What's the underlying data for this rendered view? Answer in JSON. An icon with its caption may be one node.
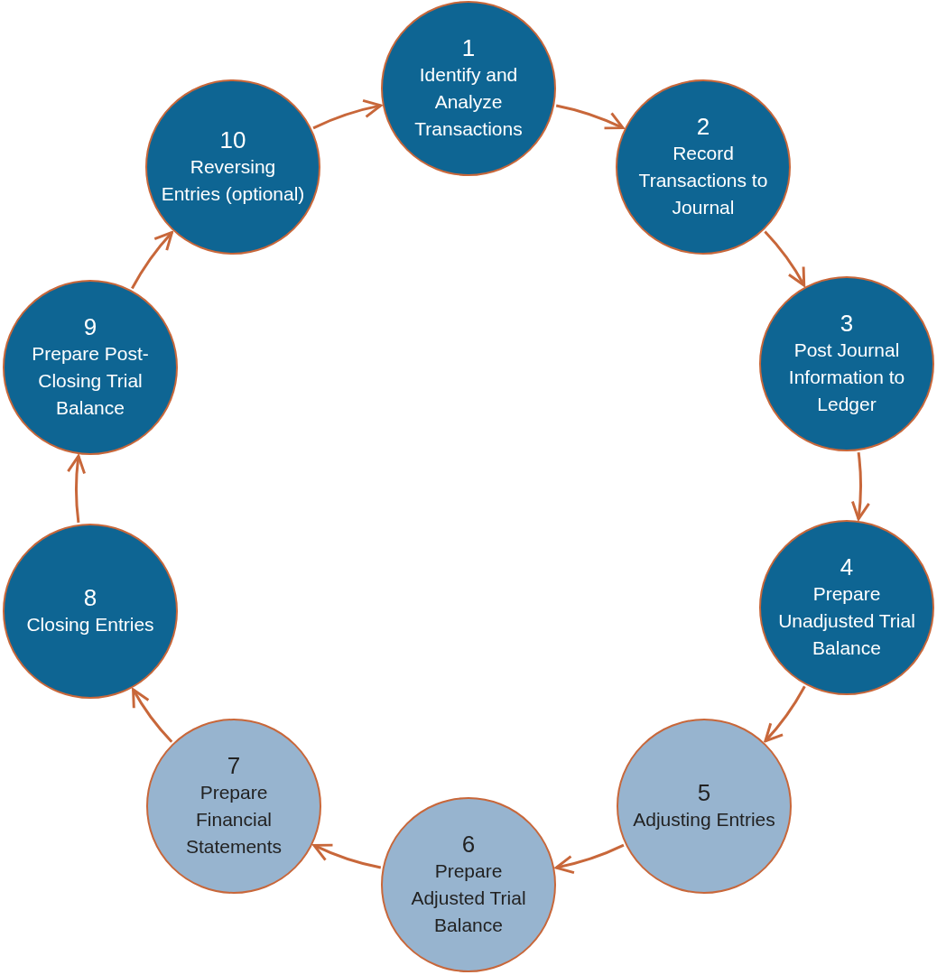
{
  "diagram": {
    "nodes": [
      {
        "text": [
          "1",
          "Identify and Analyze Transactions"
        ]
      },
      {
        "text": [
          "2",
          "Record Transactions to Journal"
        ]
      },
      {
        "text": [
          "3",
          "Post Journal Information to Ledger"
        ]
      },
      {
        "text": [
          "4",
          "Prepare Unadjusted Trial Balance"
        ]
      },
      {
        "text": [
          "5",
          "Adjusting Entries"
        ]
      },
      {
        "text": [
          "6",
          "Prepare Adjusted Trial Balance"
        ]
      },
      {
        "text": [
          "7",
          "Prepare Financial Statements"
        ]
      },
      {
        "text": [
          "8",
          "Closing Entries"
        ]
      },
      {
        "text": [
          "9",
          "Prepare Post-Closing Trial Balance"
        ]
      },
      {
        "text": [
          "10",
          "Reversing Entries (optional)"
        ]
      }
    ],
    "edges": [
      {
        "from": 0,
        "to": 1,
        "arrow": "to"
      },
      {
        "from": 1,
        "to": 2,
        "arrow": "to"
      },
      {
        "from": 2,
        "to": 3,
        "arrow": "to"
      },
      {
        "from": 3,
        "to": 4,
        "arrow": "to"
      },
      {
        "from": 4,
        "to": 5,
        "arrow": "to"
      },
      {
        "from": 5,
        "to": 6,
        "arrow": "to"
      },
      {
        "from": 6,
        "to": 7,
        "arrow": "to"
      },
      {
        "from": 7,
        "to": 8,
        "arrow": "to"
      },
      {
        "from": 8,
        "to": 9,
        "arrow": "to"
      },
      {
        "from": 9,
        "to": 0,
        "arrow": "to"
      }
    ]
  }
}
